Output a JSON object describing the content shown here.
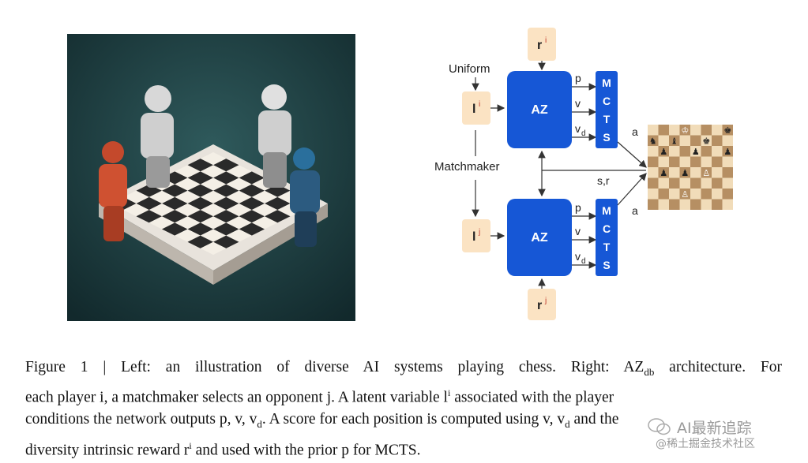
{
  "diagram": {
    "labels": {
      "uniform": "Uniform",
      "matchmaker": "Matchmaker",
      "li": "l",
      "li_sup": "i",
      "lj": "l",
      "lj_sup": "j",
      "ri": "r",
      "ri_sup": "i",
      "rj": "r",
      "rj_sup": "j",
      "az_top": "AZ",
      "az_bottom": "AZ",
      "p_top": "p",
      "v_top": "v",
      "vd_top": "v",
      "vd_top_sub": "d",
      "p_bot": "p",
      "v_bot": "v",
      "vd_bot": "v",
      "vd_bot_sub": "d",
      "mcts_top": [
        "M",
        "C",
        "T",
        "S"
      ],
      "mcts_bot": [
        "M",
        "C",
        "T",
        "S"
      ],
      "a_top": "a",
      "a_bot": "a",
      "sr": "s,r"
    },
    "colors": {
      "az_blue": "#1657d6",
      "latent_box": "#fbe3c3",
      "board_light": "#f1dcb9",
      "board_dark": "#b68f63"
    }
  },
  "caption": {
    "fig_label": "Figure 1 | Left: an illustration of diverse AI systems playing chess. Right: AZ",
    "fig_sub": "db",
    "line1_end": " architecture. For",
    "line2": "each player i, a matchmaker selects an opponent j. A latent variable l",
    "line2_sup": "i",
    "line2_end": " associated with the player",
    "line3": "conditions the network outputs p, v, v",
    "line3_sub": "d",
    "line3_end": ". A score for each position is computed using v, v",
    "line3_sub2": "d",
    "line3_end2": " and the",
    "line4": "diversity intrinsic reward r",
    "line4_sup": "i",
    "line4_end": " and used with the prior p for MCTS."
  },
  "watermark": {
    "main": "AI最新追踪",
    "sub": "@稀土掘金技术社区"
  }
}
